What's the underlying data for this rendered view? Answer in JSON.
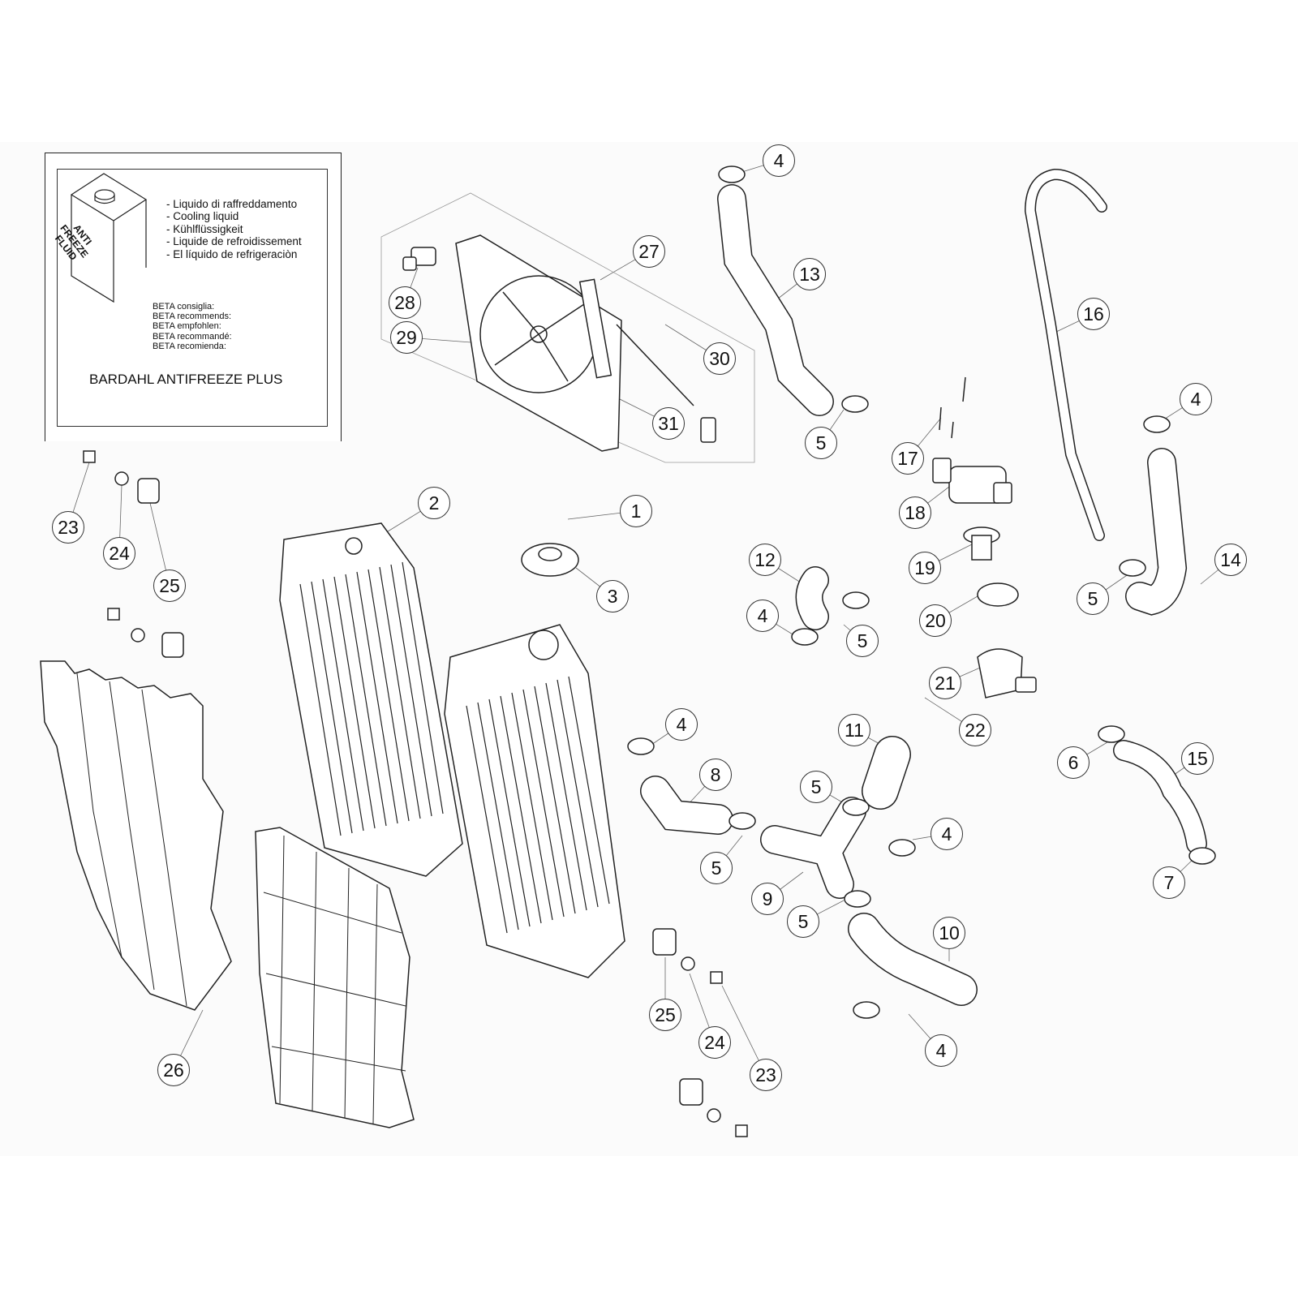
{
  "legend": {
    "can_label": [
      "ANTI",
      "FREEZE",
      "FLUID"
    ],
    "liquid_lines": [
      "- Liquido di raffreddamento",
      "- Cooling liquid",
      "- Kühlflüssigkeit",
      "- Liquide de refroidissement",
      "- El líquido de refrigeraciòn"
    ],
    "recommend_lines": [
      "BETA consiglia:",
      "BETA recommends:",
      "BETA empfohlen:",
      "BETA recommandé:",
      "BETA recomienda:"
    ],
    "product": "BARDAHL ANTIFREEZE PLUS"
  },
  "callouts": [
    "4",
    "27",
    "13",
    "16",
    "28",
    "29",
    "30",
    "31",
    "5",
    "4",
    "17",
    "23",
    "2",
    "1",
    "18",
    "24",
    "12",
    "3",
    "19",
    "14",
    "25",
    "5",
    "4",
    "5",
    "20",
    "21",
    "4",
    "11",
    "22",
    "8",
    "5",
    "6",
    "15",
    "4",
    "5",
    "9",
    "5",
    "7",
    "10",
    "25",
    "24",
    "23",
    "4",
    "26"
  ]
}
